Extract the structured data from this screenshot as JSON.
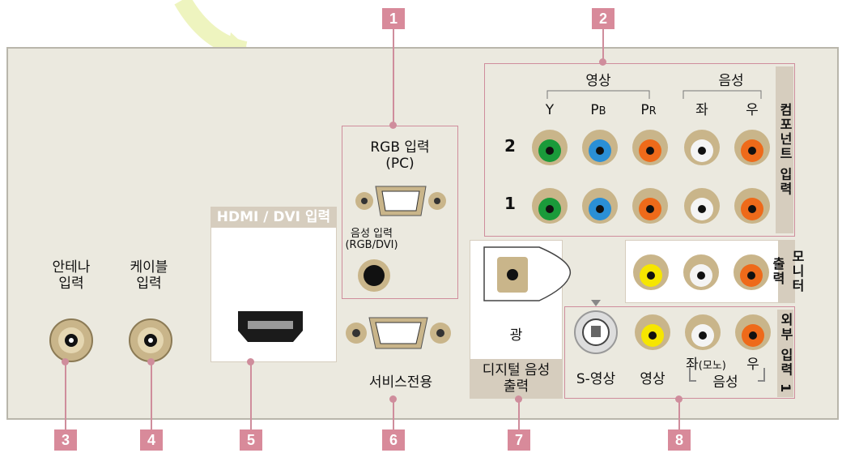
{
  "numbers": [
    "1",
    "2",
    "3",
    "4",
    "5",
    "6",
    "7",
    "8"
  ],
  "antenna": "안테나\n입력",
  "cable": "케이블\n입력",
  "hdmi_header": "HDMI / DVI 입력",
  "rgb_title": "RGB 입력\n(PC)",
  "audio_in": "음성 입력\n(RGB/DVI)",
  "service": "서비스전용",
  "optical": "광",
  "digital_audio": "디지털 음성\n출력",
  "component": {
    "video_group": "영상",
    "audio_group": "음성",
    "y": "Y",
    "pb": "P",
    "pb_sub": "B",
    "pr": "P",
    "pr_sub": "R",
    "left": "좌",
    "right": "우",
    "row2": "2",
    "row1": "1",
    "side_label": "컴포넌트 입력"
  },
  "monitor_out": "모니터 출력",
  "ext_input": "외부 입력 1",
  "s_video": "S-영상",
  "video": "영상",
  "left_mono": "좌",
  "mono": "(모노)",
  "right": "우",
  "audio_group": "음성",
  "colors": {
    "green": "#1a9a3a",
    "blue": "#2a8fd6",
    "orange": "#ee6a1a",
    "white": "#f4f4f4",
    "yellow": "#f6e600",
    "accent": "#d88a9a"
  }
}
